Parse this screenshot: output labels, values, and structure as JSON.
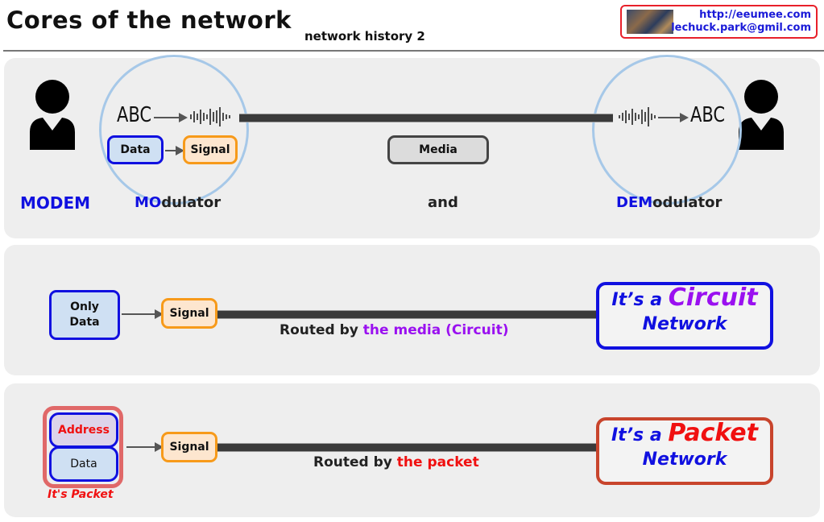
{
  "header": {
    "title": "Cores of the network",
    "subtitle": "network history 2",
    "credit": {
      "url": "http://eeumee.com",
      "email": "lechuck.park@gmil.com"
    }
  },
  "panel_modem": {
    "abc_left": "ABC",
    "abc_right": "ABC",
    "data_label": "Data",
    "signal_label": "Signal",
    "media_label": "Media",
    "modem_label": "MODEM",
    "modulator": {
      "highlight": "MO",
      "rest": "dulator"
    },
    "and_label": "and",
    "demodulator": {
      "highlight": "DEM",
      "rest": "odulator"
    }
  },
  "panel_circuit": {
    "data_line1": "Only",
    "data_line2": "Data",
    "signal_label": "Signal",
    "routed_prefix": "Routed by ",
    "routed_highlight": "the media (Circuit)",
    "result": {
      "prefix": "It’s a ",
      "keyword": "Circuit",
      "suffix": "Network"
    }
  },
  "panel_packet": {
    "address_label": "Address",
    "data_label": "Data",
    "packet_caption": "It's Packet",
    "signal_label": "Signal",
    "routed_prefix": "Routed by ",
    "routed_highlight": "the packet",
    "result": {
      "prefix": "It’s a ",
      "keyword": "Packet",
      "suffix": "Network"
    }
  },
  "colors": {
    "blue": "#1010e0",
    "orange": "#f79a1a",
    "purple": "#9a10f0",
    "red": "#f01010",
    "wire": "#3a3a3a",
    "panel_bg": "#eeeeee"
  }
}
